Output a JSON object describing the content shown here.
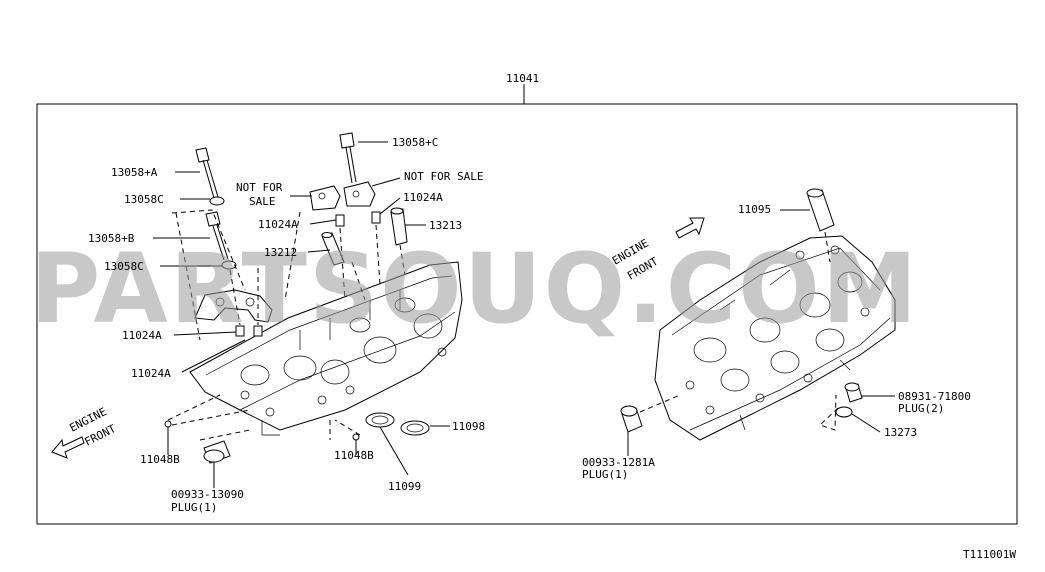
{
  "diagram": {
    "assembly_number": "11041",
    "figure_code": "T111001W",
    "watermark": "PARTSOUQ.COM",
    "left_head": {
      "bolt_a": "13058+A",
      "washer_a": "13058C",
      "bolt_b": "13058+B",
      "washer_b": "13058C",
      "dowel_1": "11024A",
      "dowel_2": "11024A",
      "pin_1": "11048B",
      "pin_2": "11048B",
      "plug_part": "00933-13090",
      "plug_qty": "PLUG(1)",
      "seal_a": "11099",
      "seal_b": "11098",
      "engine_front_1": "ENGINE",
      "engine_front_2": "FRONT"
    },
    "top_parts": {
      "bolt_c": "13058+C",
      "not_for_sale_left_1": "NOT FOR",
      "not_for_sale_left_2": "SALE",
      "not_for_sale_right": "NOT FOR SALE",
      "dowel_left": "11024A",
      "dowel_right": "11024A",
      "guide_left": "13212",
      "guide_right": "13213"
    },
    "right_head": {
      "tube": "11095",
      "engine_front_1": "ENGINE",
      "engine_front_2": "FRONT",
      "plug_left_part": "00933-1281A",
      "plug_left_qty": "PLUG(1)",
      "plug_right_part": "08931-71800",
      "plug_right_qty": "PLUG(2)",
      "washer": "13273"
    }
  }
}
